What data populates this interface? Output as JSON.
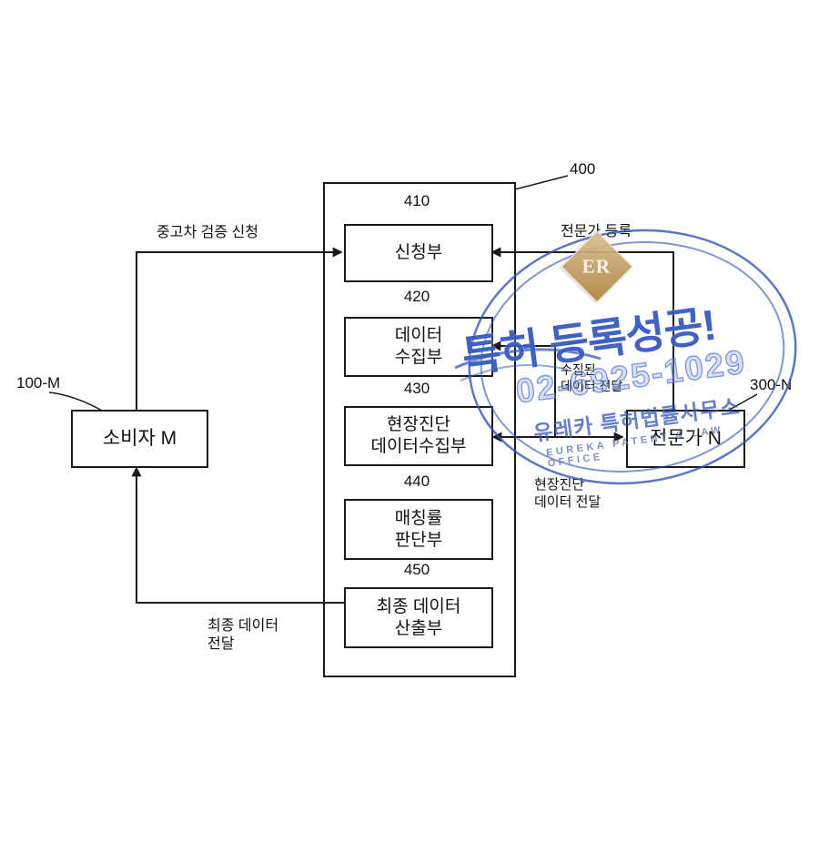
{
  "figure": {
    "system_ref": "400",
    "modules": [
      {
        "ref": "410",
        "label": "신청부"
      },
      {
        "ref": "420",
        "label": "데이터\n수집부"
      },
      {
        "ref": "430",
        "label": "현장진단\n데이터수집부"
      },
      {
        "ref": "440",
        "label": "매칭률\n판단부"
      },
      {
        "ref": "450",
        "label": "최종 데이터\n산출부"
      }
    ],
    "consumer": {
      "ref": "100-M",
      "label": "소비자 M"
    },
    "expert": {
      "ref": "300-N",
      "label": "전문가 N"
    },
    "flows": {
      "request": "중고차 검증 신청",
      "expert_register": "전문가 등록",
      "collected_data": "수집된\n데이터 전달",
      "field_diagnosis": "현장진단\n데이터 전달",
      "final_data": "최종 데이터\n전달"
    }
  },
  "watermark": {
    "headline": "특허 등록성공!",
    "phone": "02-6925-1029",
    "office_kr": "유레카 특허법률사무소",
    "office_en": "EUREKA PATENT & LAW OFFICE",
    "monogram": "ER",
    "colors": {
      "blue": "#2c52b8",
      "gold": "#c5a26b"
    }
  }
}
